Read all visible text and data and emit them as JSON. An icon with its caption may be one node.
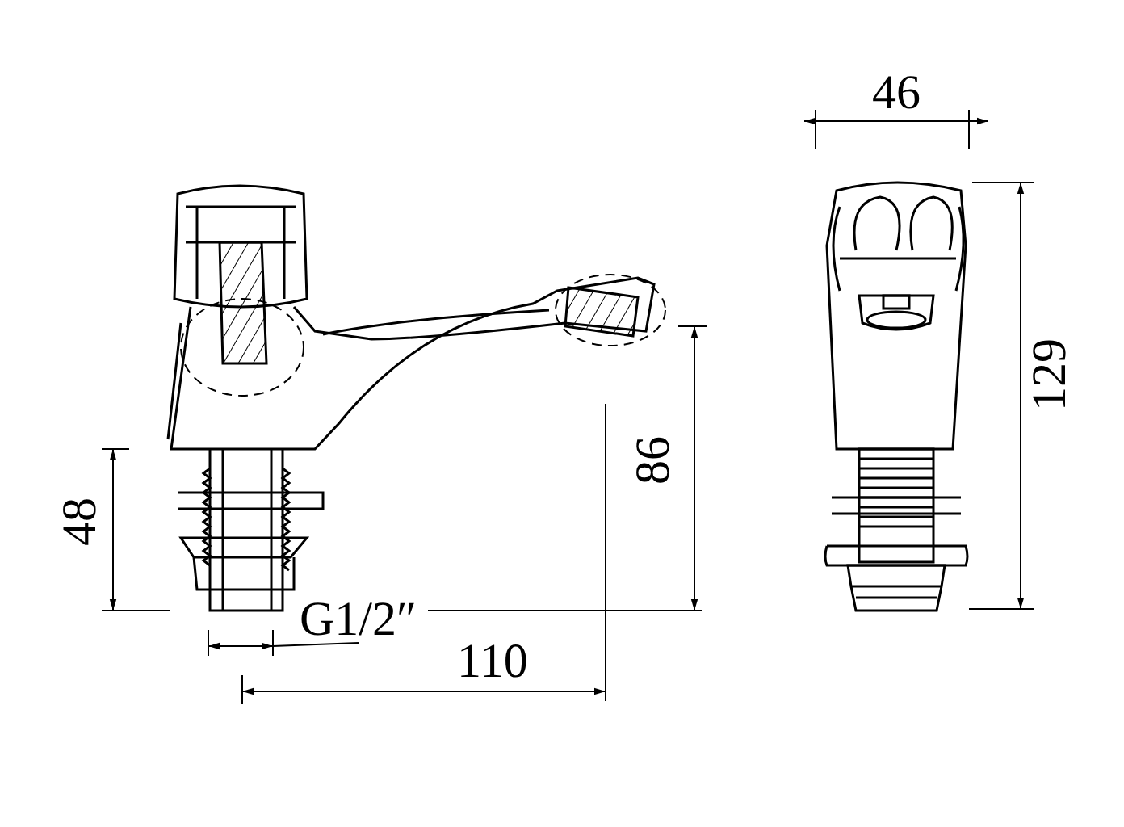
{
  "diagram": {
    "labels": [
      "46",
      "129",
      "86",
      "48",
      "G1/2″",
      "110"
    ]
  }
}
